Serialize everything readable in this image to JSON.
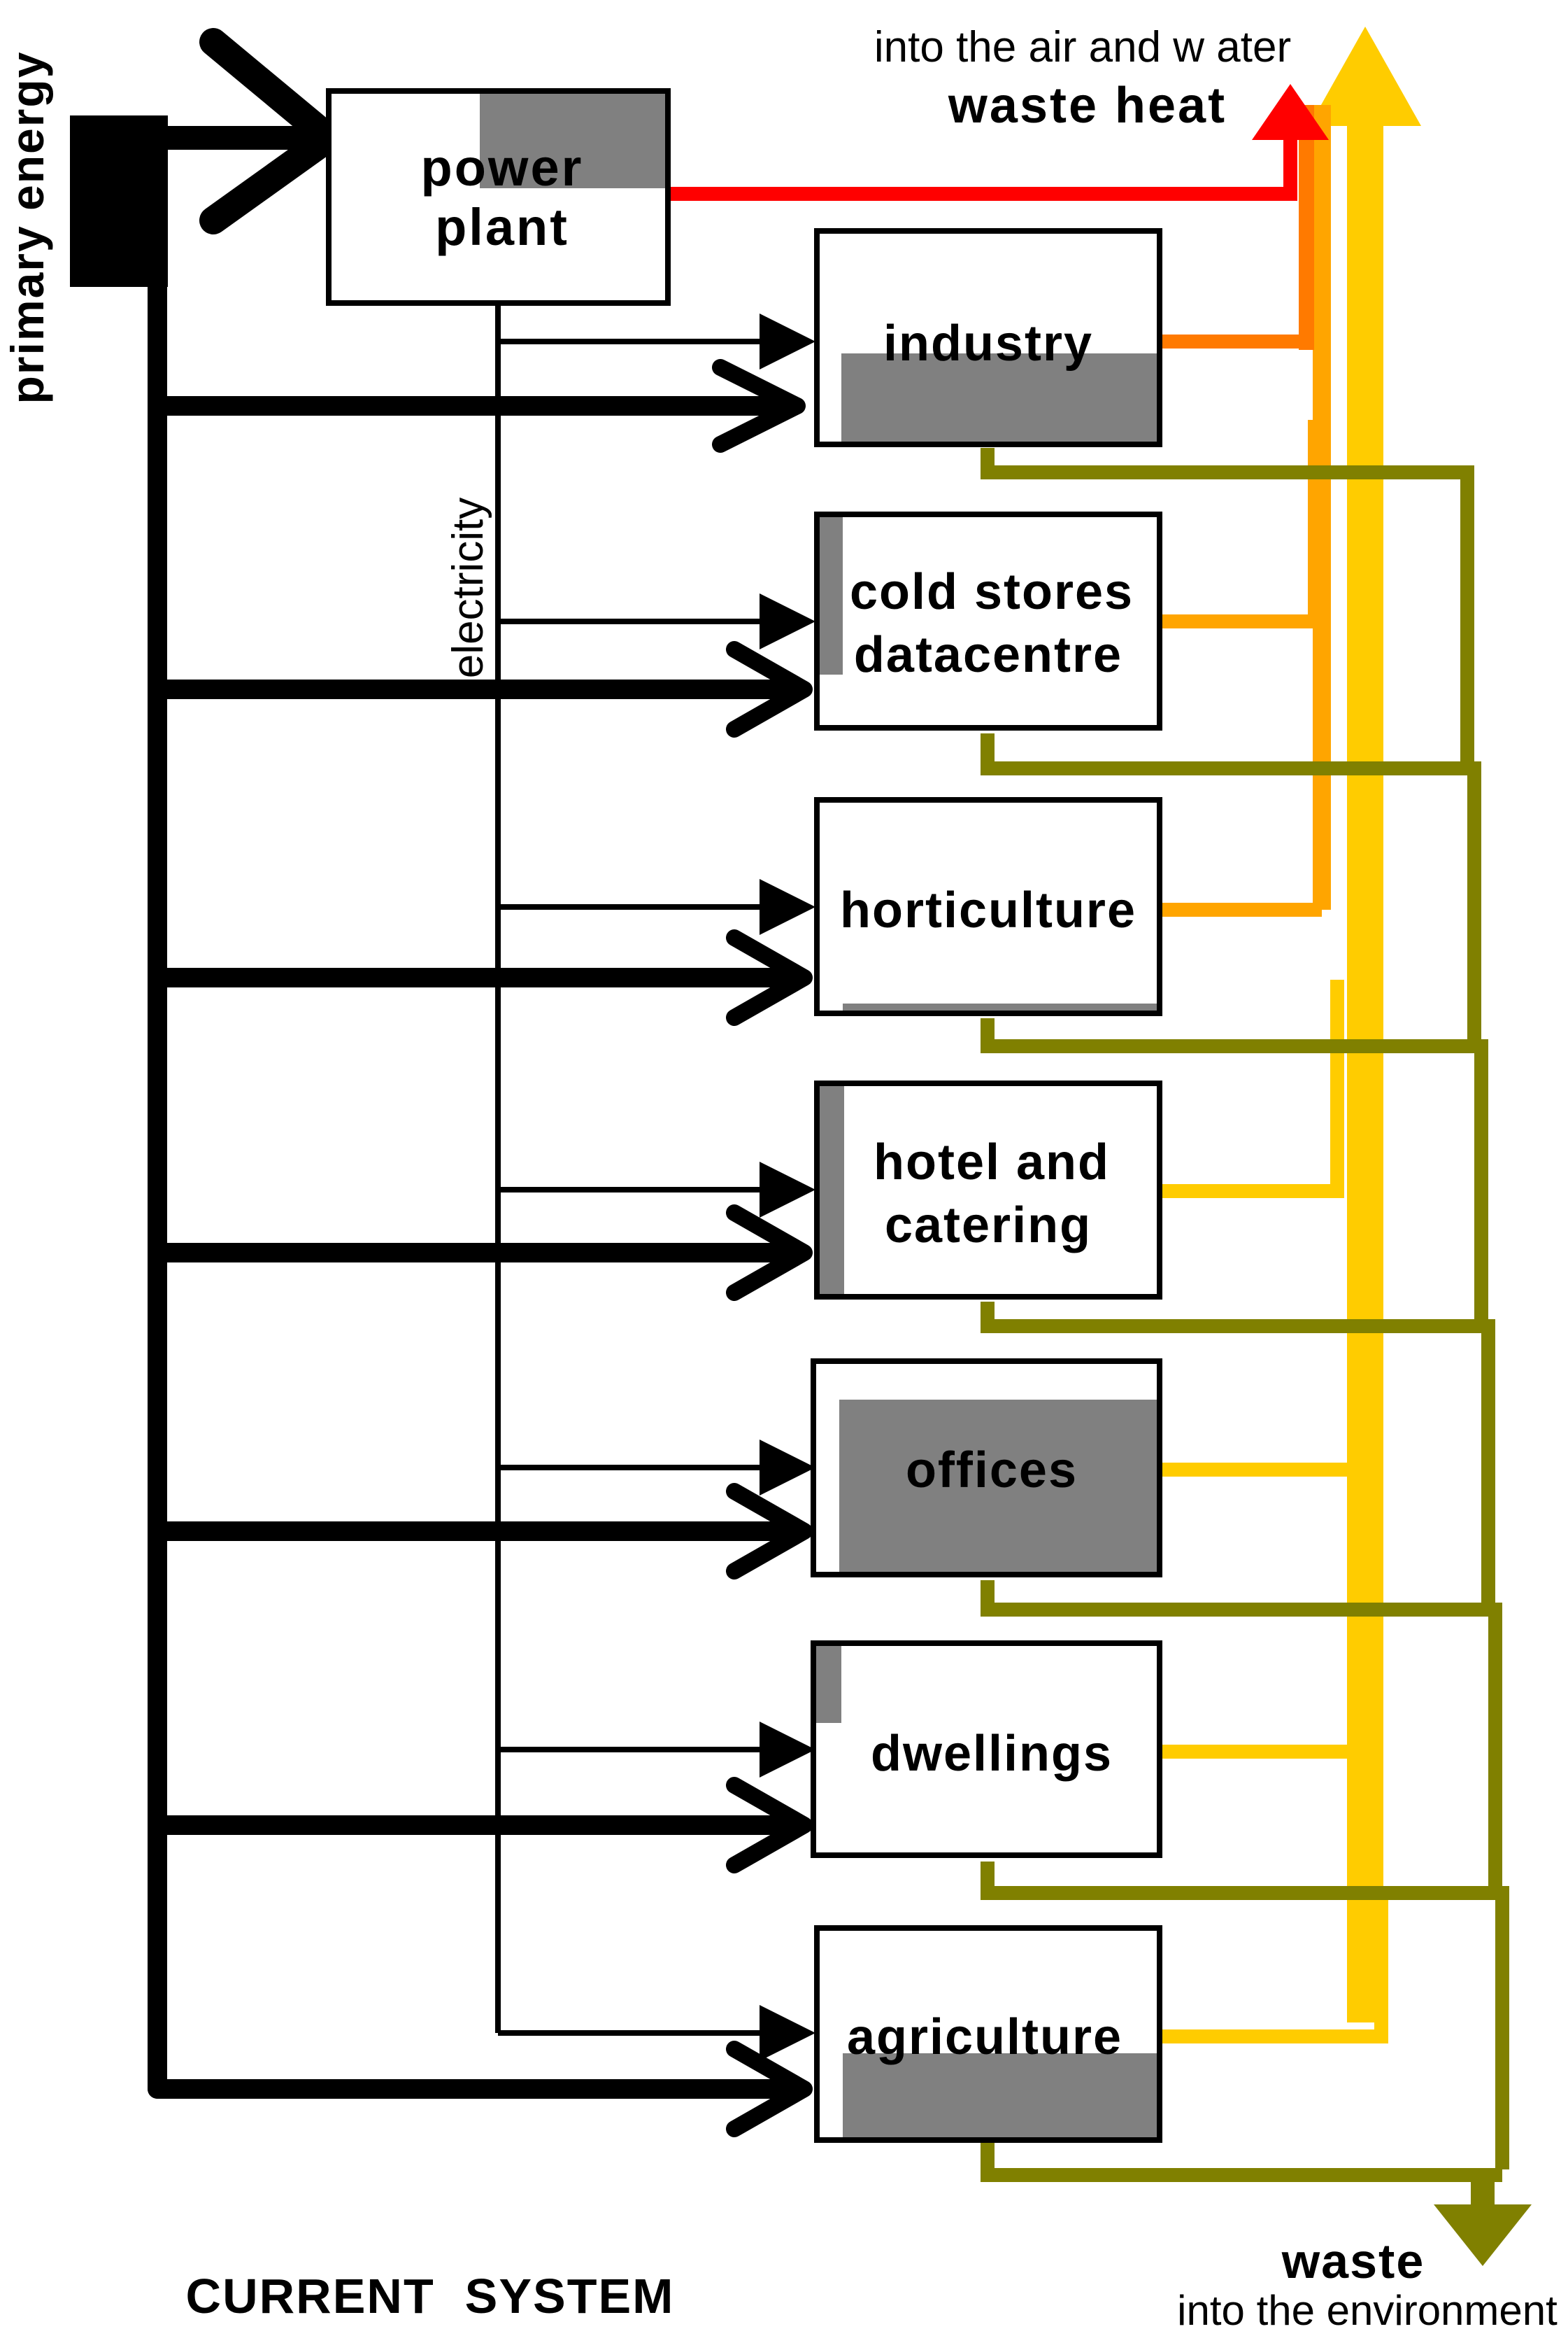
{
  "labels": {
    "primary_energy": "primary energy",
    "power_plant_line1": "power",
    "power_plant_line2": "plant",
    "electricity": "electricity",
    "waste_heat_sub": "into the air and w ater",
    "waste_heat": "waste heat",
    "waste": "waste",
    "waste_sub": "into the environment",
    "system_title": "CURRENT  SYSTEM"
  },
  "sectors": [
    {
      "id": "industry",
      "lines": [
        "industry"
      ]
    },
    {
      "id": "cold-stores-datacentre",
      "lines": [
        "cold stores",
        "datacentre"
      ]
    },
    {
      "id": "horticulture",
      "lines": [
        "horticulture"
      ]
    },
    {
      "id": "hotel-and-catering",
      "lines": [
        "hotel and",
        "catering"
      ]
    },
    {
      "id": "offices",
      "lines": [
        "offices"
      ]
    },
    {
      "id": "dwellings",
      "lines": [
        "dwellings"
      ]
    },
    {
      "id": "agriculture",
      "lines": [
        "agriculture"
      ]
    }
  ],
  "colors": {
    "primary_energy": "#000000",
    "waste_heat_power_plant": "#ff0000",
    "waste_heat_high": "#ff7a00",
    "waste_heat_medium": "#ffa500",
    "waste_heat_low": "#ffcc00",
    "waste": "#808000",
    "fill_share": "#808080"
  }
}
